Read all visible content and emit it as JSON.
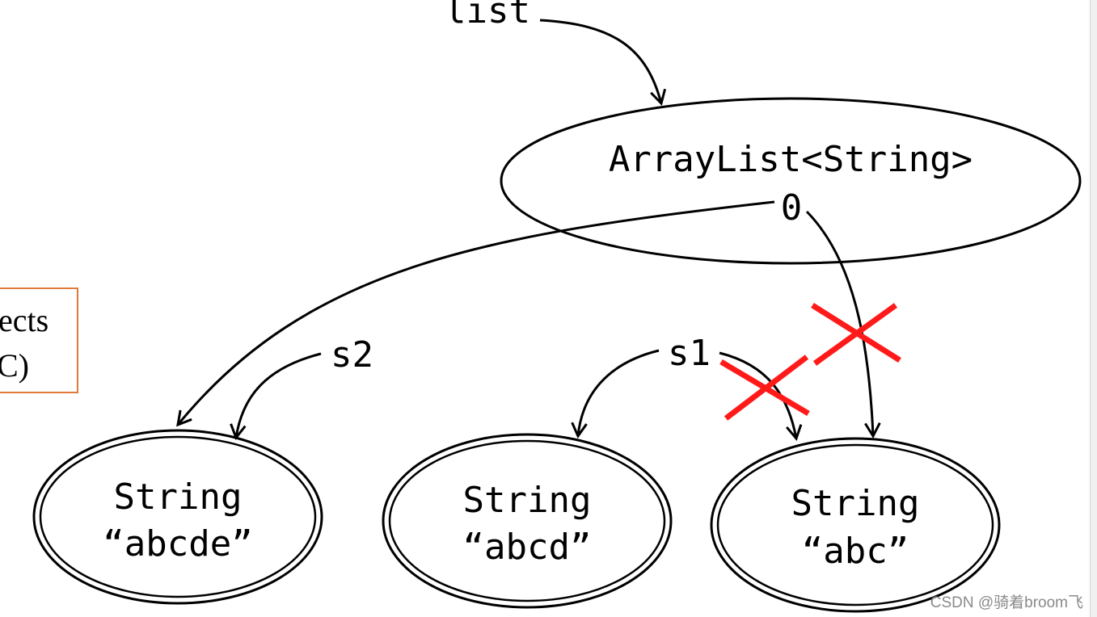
{
  "diagram": {
    "list_variable": "list",
    "arraylist_label": "ArrayList<String>",
    "index_label": "0",
    "variables": {
      "s1": "s1",
      "s2": "s2"
    },
    "strings": [
      {
        "type": "String",
        "value": "“abcde”"
      },
      {
        "type": "String",
        "value": "“abcd”"
      },
      {
        "type": "String",
        "value": "“abc”"
      }
    ],
    "side_box": {
      "line1": "ects",
      "line2": "C)"
    },
    "cross_color": "#ff1a1a",
    "box_border_color": "#e07b3a"
  },
  "watermark": "CSDN @骑着broom飞"
}
